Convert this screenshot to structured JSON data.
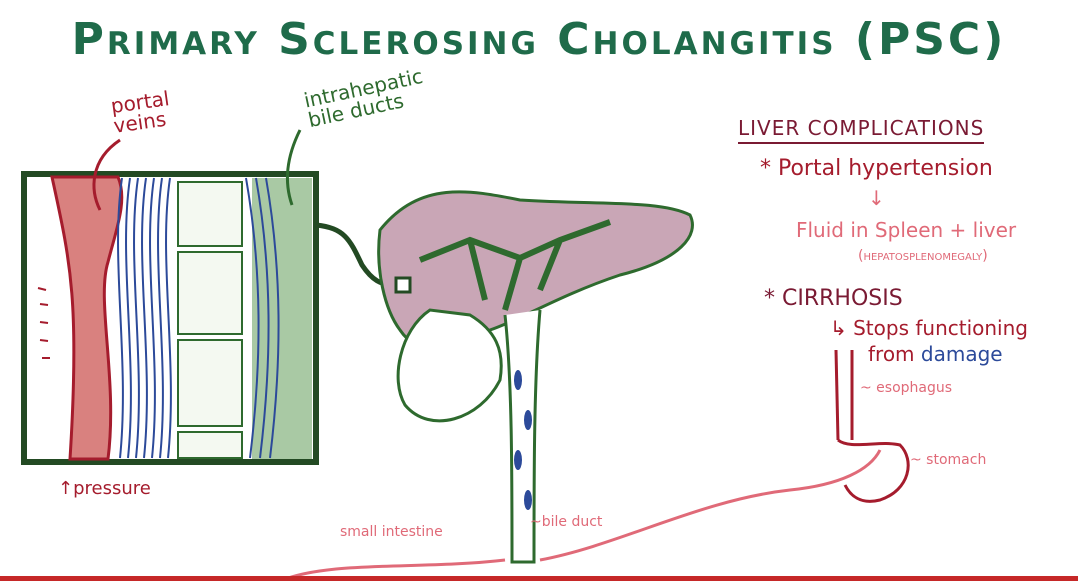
{
  "title": "Primary   Sclerosing Cholangitis (PSC)",
  "labels": {
    "portal_veins": [
      "portal",
      "veins"
    ],
    "intrahepatic_bile_ducts": [
      "intrahepatic",
      "bile ducts"
    ],
    "pressure": "↑pressure",
    "small_intestine": "small intestine",
    "bile_duct": "~bile duct",
    "esophagus": "~ esophagus",
    "stomach": "~ stomach"
  },
  "complications": {
    "heading": "LIVER COMPLICATIONS",
    "item1": "* Portal hypertension",
    "item1_arrow": "↓",
    "item1_detail_line1": "Fluid in Spleen + liver",
    "item1_detail_line2": "(hepatosplenomegaly)",
    "item2": "* CIRRHOSIS",
    "item2_detail_line1": "↳ Stops functioning",
    "item2_detail_line2_a": "from",
    "item2_detail_line2_b": "damage"
  },
  "colors": {
    "title": "#1f6b4a",
    "red": "#a51c2d",
    "maroon": "#7a1a33",
    "green": "#2e6a2e",
    "pink": "#e06a78",
    "blue": "#2c4a9a",
    "liver_fill": "#c9a6b6",
    "box_border": "#234a23",
    "vein_fill": "#d9817f",
    "duct_fill": "#a9c9a4"
  }
}
